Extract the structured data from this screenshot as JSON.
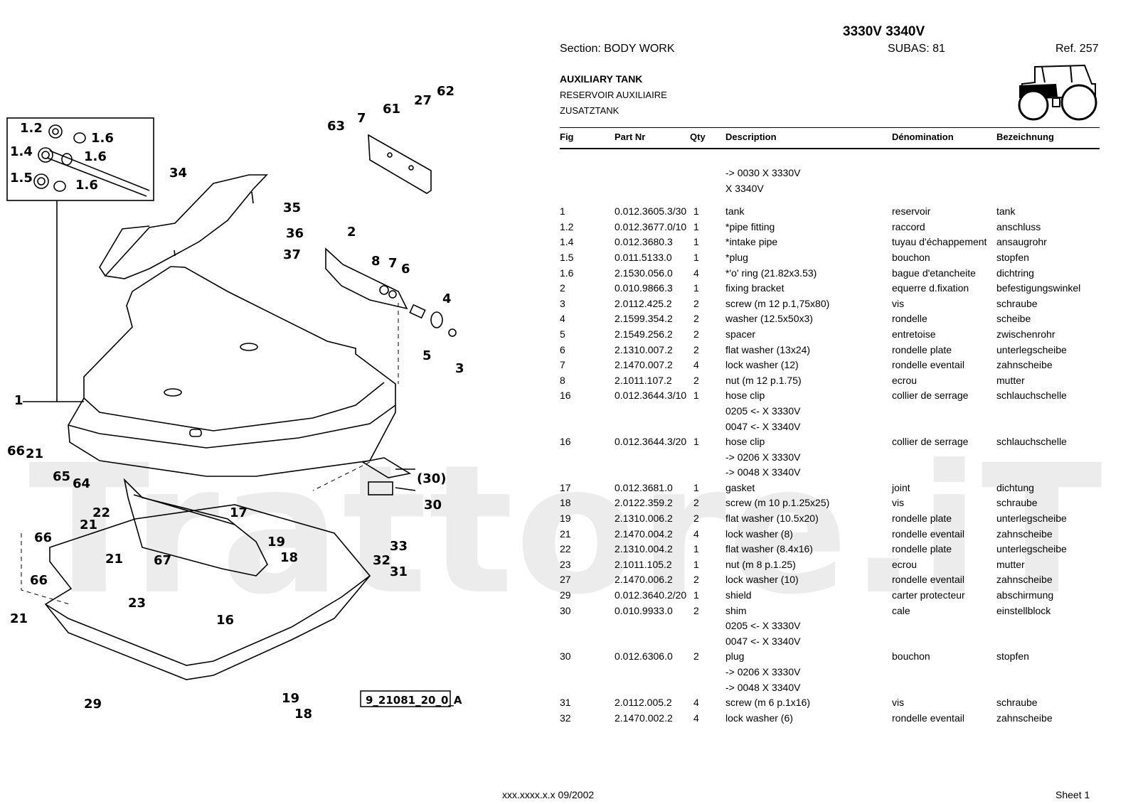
{
  "header": {
    "model": "3330V 3340V",
    "section": "Section: BODY  WORK",
    "subas": "SUBAS: 81",
    "ref": "Ref. 257",
    "title_en": "AUXILIARY TANK",
    "title_fr": "RESERVOIR AUXILIAIRE",
    "title_de": "ZUSATZTANK"
  },
  "columns": {
    "fig": "Fig",
    "part": "Part Nr",
    "qty": "Qty",
    "desc": "Description",
    "den": "Dénomination",
    "bez": "Bezeichnung"
  },
  "rows": [
    {
      "fig": "",
      "part": "",
      "qty": "",
      "desc": "-> 0030 X  3330V",
      "den": "",
      "bez": ""
    },
    {
      "fig": "",
      "part": "",
      "qty": "",
      "desc": " X  3340V",
      "den": "",
      "bez": ""
    },
    {
      "spacer": true
    },
    {
      "fig": "1",
      "part": "0.012.3605.3/30",
      "qty": "1",
      "desc": "tank",
      "den": "reservoir",
      "bez": "tank"
    },
    {
      "fig": "1.2",
      "part": "0.012.3677.0/10",
      "qty": "1",
      "desc": "*pipe fitting",
      "den": "raccord",
      "bez": "anschluss"
    },
    {
      "fig": "1.4",
      "part": "0.012.3680.3",
      "qty": "1",
      "desc": "*intake pipe",
      "den": "tuyau d'échappement",
      "bez": "ansaugrohr"
    },
    {
      "fig": "1.5",
      "part": "0.011.5133.0",
      "qty": "1",
      "desc": "*plug",
      "den": "bouchon",
      "bez": "stopfen"
    },
    {
      "fig": "1.6",
      "part": "2.1530.056.0",
      "qty": "4",
      "desc": "*'o' ring (21.82x3.53)",
      "den": "bague d'etancheite",
      "bez": "dichtring"
    },
    {
      "fig": "2",
      "part": "0.010.9866.3",
      "qty": "1",
      "desc": "fixing bracket",
      "den": "equerre d.fixation",
      "bez": "befestigungswinkel"
    },
    {
      "fig": "3",
      "part": "2.0112.425.2",
      "qty": "2",
      "desc": "screw (m 12 p.1,75x80)",
      "den": "vis",
      "bez": "schraube"
    },
    {
      "fig": "4",
      "part": "2.1599.354.2",
      "qty": "2",
      "desc": "washer (12.5x50x3)",
      "den": "rondelle",
      "bez": "scheibe"
    },
    {
      "fig": "5",
      "part": "2.1549.256.2",
      "qty": "2",
      "desc": "spacer",
      "den": "entretoise",
      "bez": "zwischenrohr"
    },
    {
      "fig": "6",
      "part": "2.1310.007.2",
      "qty": "2",
      "desc": "flat washer (13x24)",
      "den": "rondelle plate",
      "bez": "unterlegscheibe"
    },
    {
      "fig": "7",
      "part": "2.1470.007.2",
      "qty": "4",
      "desc": "lock washer (12)",
      "den": "rondelle eventail",
      "bez": "zahnscheibe"
    },
    {
      "fig": "8",
      "part": "2.1011.107.2",
      "qty": "2",
      "desc": "nut (m 12 p.1.75)",
      "den": "ecrou",
      "bez": "mutter"
    },
    {
      "fig": "16",
      "part": "0.012.3644.3/10",
      "qty": "1",
      "desc": "hose clip",
      "den": "collier de serrage",
      "bez": "schlauchschelle"
    },
    {
      "fig": "",
      "part": "",
      "qty": "",
      "desc": "0205 <- X 3330V",
      "den": "",
      "bez": ""
    },
    {
      "fig": "",
      "part": "",
      "qty": "",
      "desc": "0047 <- X 3340V",
      "den": "",
      "bez": ""
    },
    {
      "fig": "16",
      "part": "0.012.3644.3/20",
      "qty": "1",
      "desc": "hose clip",
      "den": "collier de serrage",
      "bez": "schlauchschelle"
    },
    {
      "fig": "",
      "part": "",
      "qty": "",
      "desc": "-> 0206 X  3330V",
      "den": "",
      "bez": ""
    },
    {
      "fig": "",
      "part": "",
      "qty": "",
      "desc": "-> 0048 X  3340V",
      "den": "",
      "bez": ""
    },
    {
      "fig": "17",
      "part": "0.012.3681.0",
      "qty": "1",
      "desc": "gasket",
      "den": "joint",
      "bez": "dichtung"
    },
    {
      "fig": "18",
      "part": "2.0122.359.2",
      "qty": "2",
      "desc": "screw (m 10 p.1.25x25)",
      "den": "vis",
      "bez": "schraube"
    },
    {
      "fig": "19",
      "part": "2.1310.006.2",
      "qty": "2",
      "desc": "flat washer (10.5x20)",
      "den": "rondelle plate",
      "bez": "unterlegscheibe"
    },
    {
      "fig": "21",
      "part": "2.1470.004.2",
      "qty": "4",
      "desc": "lock washer (8)",
      "den": "rondelle eventail",
      "bez": "zahnscheibe"
    },
    {
      "fig": "22",
      "part": "2.1310.004.2",
      "qty": "1",
      "desc": "flat washer (8.4x16)",
      "den": "rondelle plate",
      "bez": "unterlegscheibe"
    },
    {
      "fig": "23",
      "part": "2.1011.105.2",
      "qty": "1",
      "desc": "nut (m 8 p.1.25)",
      "den": "ecrou",
      "bez": "mutter"
    },
    {
      "fig": "27",
      "part": "2.1470.006.2",
      "qty": "2",
      "desc": "lock washer (10)",
      "den": "rondelle eventail",
      "bez": "zahnscheibe"
    },
    {
      "fig": "29",
      "part": "0.012.3640.2/20",
      "qty": "1",
      "desc": "shield",
      "den": "carter protecteur",
      "bez": "abschirmung"
    },
    {
      "fig": "30",
      "part": "0.010.9933.0",
      "qty": "2",
      "desc": "shim",
      "den": "cale",
      "bez": "einstellblock"
    },
    {
      "fig": "",
      "part": "",
      "qty": "",
      "desc": "0205 <- X 3330V",
      "den": "",
      "bez": ""
    },
    {
      "fig": "",
      "part": "",
      "qty": "",
      "desc": "0047 <- X 3340V",
      "den": "",
      "bez": ""
    },
    {
      "fig": "30",
      "part": "0.012.6306.0",
      "qty": "2",
      "desc": "plug",
      "den": "bouchon",
      "bez": "stopfen"
    },
    {
      "fig": "",
      "part": "",
      "qty": "",
      "desc": "-> 0206 X  3330V",
      "den": "",
      "bez": ""
    },
    {
      "fig": "",
      "part": "",
      "qty": "",
      "desc": "-> 0048 X  3340V",
      "den": "",
      "bez": ""
    },
    {
      "fig": "31",
      "part": "2.0112.005.2",
      "qty": "4",
      "desc": "screw (m 6 p.1x16)",
      "den": "vis",
      "bez": "schraube"
    },
    {
      "fig": "32",
      "part": "2.1470.002.2",
      "qty": "4",
      "desc": "lock washer (6)",
      "den": "rondelle eventail",
      "bez": "zahnscheibe"
    }
  ],
  "diagram": {
    "drawing_code": "9_21081_20_0_A",
    "labels": {
      "l1_2": "1.2",
      "l1_6a": "1.6",
      "l1_4": "1.4",
      "l1_6b": "1.6",
      "l1_5": "1.5",
      "l1_6c": "1.6",
      "l34": "34",
      "l63": "63",
      "l7a": "7",
      "l61": "61",
      "l27": "27",
      "l62": "62",
      "l35": "35",
      "l36": "36",
      "l37": "37",
      "l2": "2",
      "l8": "8",
      "l7b": "7",
      "l6": "6",
      "l4": "4",
      "l5": "5",
      "l3": "3",
      "l1": "1",
      "l66a": "66",
      "l21a": "21",
      "l65": "65",
      "l64": "64",
      "l21b": "21",
      "l66b": "66",
      "l22": "22",
      "l17": "17",
      "l21c": "21",
      "l67": "67",
      "l19a": "19",
      "l18a": "18",
      "l33": "33",
      "l32": "32",
      "l31": "31",
      "l30a": "(30)",
      "l30b": "30",
      "l66c": "66",
      "l21d": "21",
      "l23": "23",
      "l16": "16",
      "l29": "29",
      "l19b": "19",
      "l18b": "18"
    }
  },
  "watermark": "Trattore.iT",
  "footer": {
    "code": "xxx.xxxx.x.x  09/2002",
    "sheet": "Sheet 1"
  }
}
